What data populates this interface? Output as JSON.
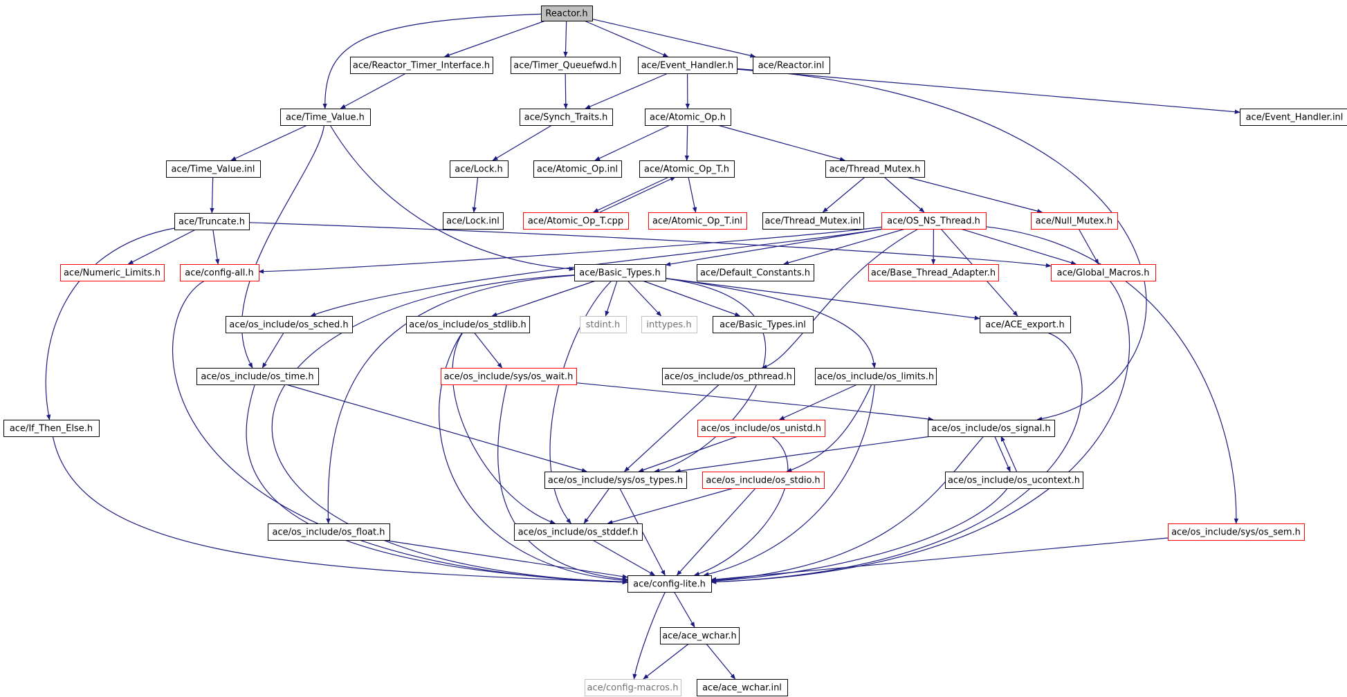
{
  "colors": {
    "edge": "#1a1a80",
    "border_black": "#000000",
    "border_red": "#ff0000",
    "border_gray": "#bfbfbf",
    "root_fill": "#bfbfbf"
  },
  "nodes": {
    "reactor_h": {
      "label": "Reactor.h",
      "style": "root"
    },
    "reactor_timer_interface_h": {
      "label": "ace/Reactor_Timer_Interface.h",
      "style": "black"
    },
    "timer_queuefwd_h": {
      "label": "ace/Timer_Queuefwd.h",
      "style": "black"
    },
    "event_handler_h": {
      "label": "ace/Event_Handler.h",
      "style": "black"
    },
    "reactor_inl": {
      "label": "ace/Reactor.inl",
      "style": "black"
    },
    "time_value_h": {
      "label": "ace/Time_Value.h",
      "style": "black"
    },
    "synch_traits_h": {
      "label": "ace/Synch_Traits.h",
      "style": "black"
    },
    "atomic_op_h": {
      "label": "ace/Atomic_Op.h",
      "style": "black"
    },
    "event_handler_inl": {
      "label": "ace/Event_Handler.inl",
      "style": "black"
    },
    "time_value_inl": {
      "label": "ace/Time_Value.inl",
      "style": "black"
    },
    "lock_h": {
      "label": "ace/Lock.h",
      "style": "black"
    },
    "atomic_op_inl": {
      "label": "ace/Atomic_Op.inl",
      "style": "black"
    },
    "atomic_op_t_h": {
      "label": "ace/Atomic_Op_T.h",
      "style": "black"
    },
    "thread_mutex_h": {
      "label": "ace/Thread_Mutex.h",
      "style": "black"
    },
    "truncate_h": {
      "label": "ace/Truncate.h",
      "style": "black"
    },
    "lock_inl": {
      "label": "ace/Lock.inl",
      "style": "black"
    },
    "atomic_op_t_cpp": {
      "label": "ace/Atomic_Op_T.cpp",
      "style": "red"
    },
    "atomic_op_t_inl": {
      "label": "ace/Atomic_Op_T.inl",
      "style": "red"
    },
    "thread_mutex_inl": {
      "label": "ace/Thread_Mutex.inl",
      "style": "black"
    },
    "os_ns_thread_h": {
      "label": "ace/OS_NS_Thread.h",
      "style": "red"
    },
    "null_mutex_h": {
      "label": "ace/Null_Mutex.h",
      "style": "red"
    },
    "numeric_limits_h": {
      "label": "ace/Numeric_Limits.h",
      "style": "red"
    },
    "config_all_h": {
      "label": "ace/config-all.h",
      "style": "red"
    },
    "basic_types_h": {
      "label": "ace/Basic_Types.h",
      "style": "black"
    },
    "default_constants_h": {
      "label": "ace/Default_Constants.h",
      "style": "black"
    },
    "base_thread_adapter_h": {
      "label": "ace/Base_Thread_Adapter.h",
      "style": "red"
    },
    "global_macros_h": {
      "label": "ace/Global_Macros.h",
      "style": "red"
    },
    "os_sched_h": {
      "label": "ace/os_include/os_sched.h",
      "style": "black"
    },
    "os_stdlib_h": {
      "label": "ace/os_include/os_stdlib.h",
      "style": "black"
    },
    "stdint_h": {
      "label": "stdint.h",
      "style": "gray"
    },
    "inttypes_h": {
      "label": "inttypes.h",
      "style": "gray"
    },
    "basic_types_inl": {
      "label": "ace/Basic_Types.inl",
      "style": "black"
    },
    "ace_export_h": {
      "label": "ace/ACE_export.h",
      "style": "black"
    },
    "os_time_h": {
      "label": "ace/os_include/os_time.h",
      "style": "black"
    },
    "os_wait_h": {
      "label": "ace/os_include/sys/os_wait.h",
      "style": "red"
    },
    "os_pthread_h": {
      "label": "ace/os_include/os_pthread.h",
      "style": "black"
    },
    "os_limits_h": {
      "label": "ace/os_include/os_limits.h",
      "style": "black"
    },
    "if_then_else_h": {
      "label": "ace/If_Then_Else.h",
      "style": "black"
    },
    "os_unistd_h": {
      "label": "ace/os_include/os_unistd.h",
      "style": "red"
    },
    "os_signal_h": {
      "label": "ace/os_include/os_signal.h",
      "style": "black"
    },
    "os_types_h": {
      "label": "ace/os_include/sys/os_types.h",
      "style": "black"
    },
    "os_stdio_h": {
      "label": "ace/os_include/os_stdio.h",
      "style": "red"
    },
    "os_ucontext_h": {
      "label": "ace/os_include/os_ucontext.h",
      "style": "black"
    },
    "os_float_h": {
      "label": "ace/os_include/os_float.h",
      "style": "black"
    },
    "os_stddef_h": {
      "label": "ace/os_include/os_stddef.h",
      "style": "black"
    },
    "os_sem_h": {
      "label": "ace/os_include/sys/os_sem.h",
      "style": "red"
    },
    "config_lite_h": {
      "label": "ace/config-lite.h",
      "style": "black"
    },
    "ace_wchar_h": {
      "label": "ace/ace_wchar.h",
      "style": "black"
    },
    "config_macros_h": {
      "label": "ace/config-macros.h",
      "style": "gray"
    },
    "ace_wchar_inl": {
      "label": "ace/ace_wchar.inl",
      "style": "black"
    }
  }
}
